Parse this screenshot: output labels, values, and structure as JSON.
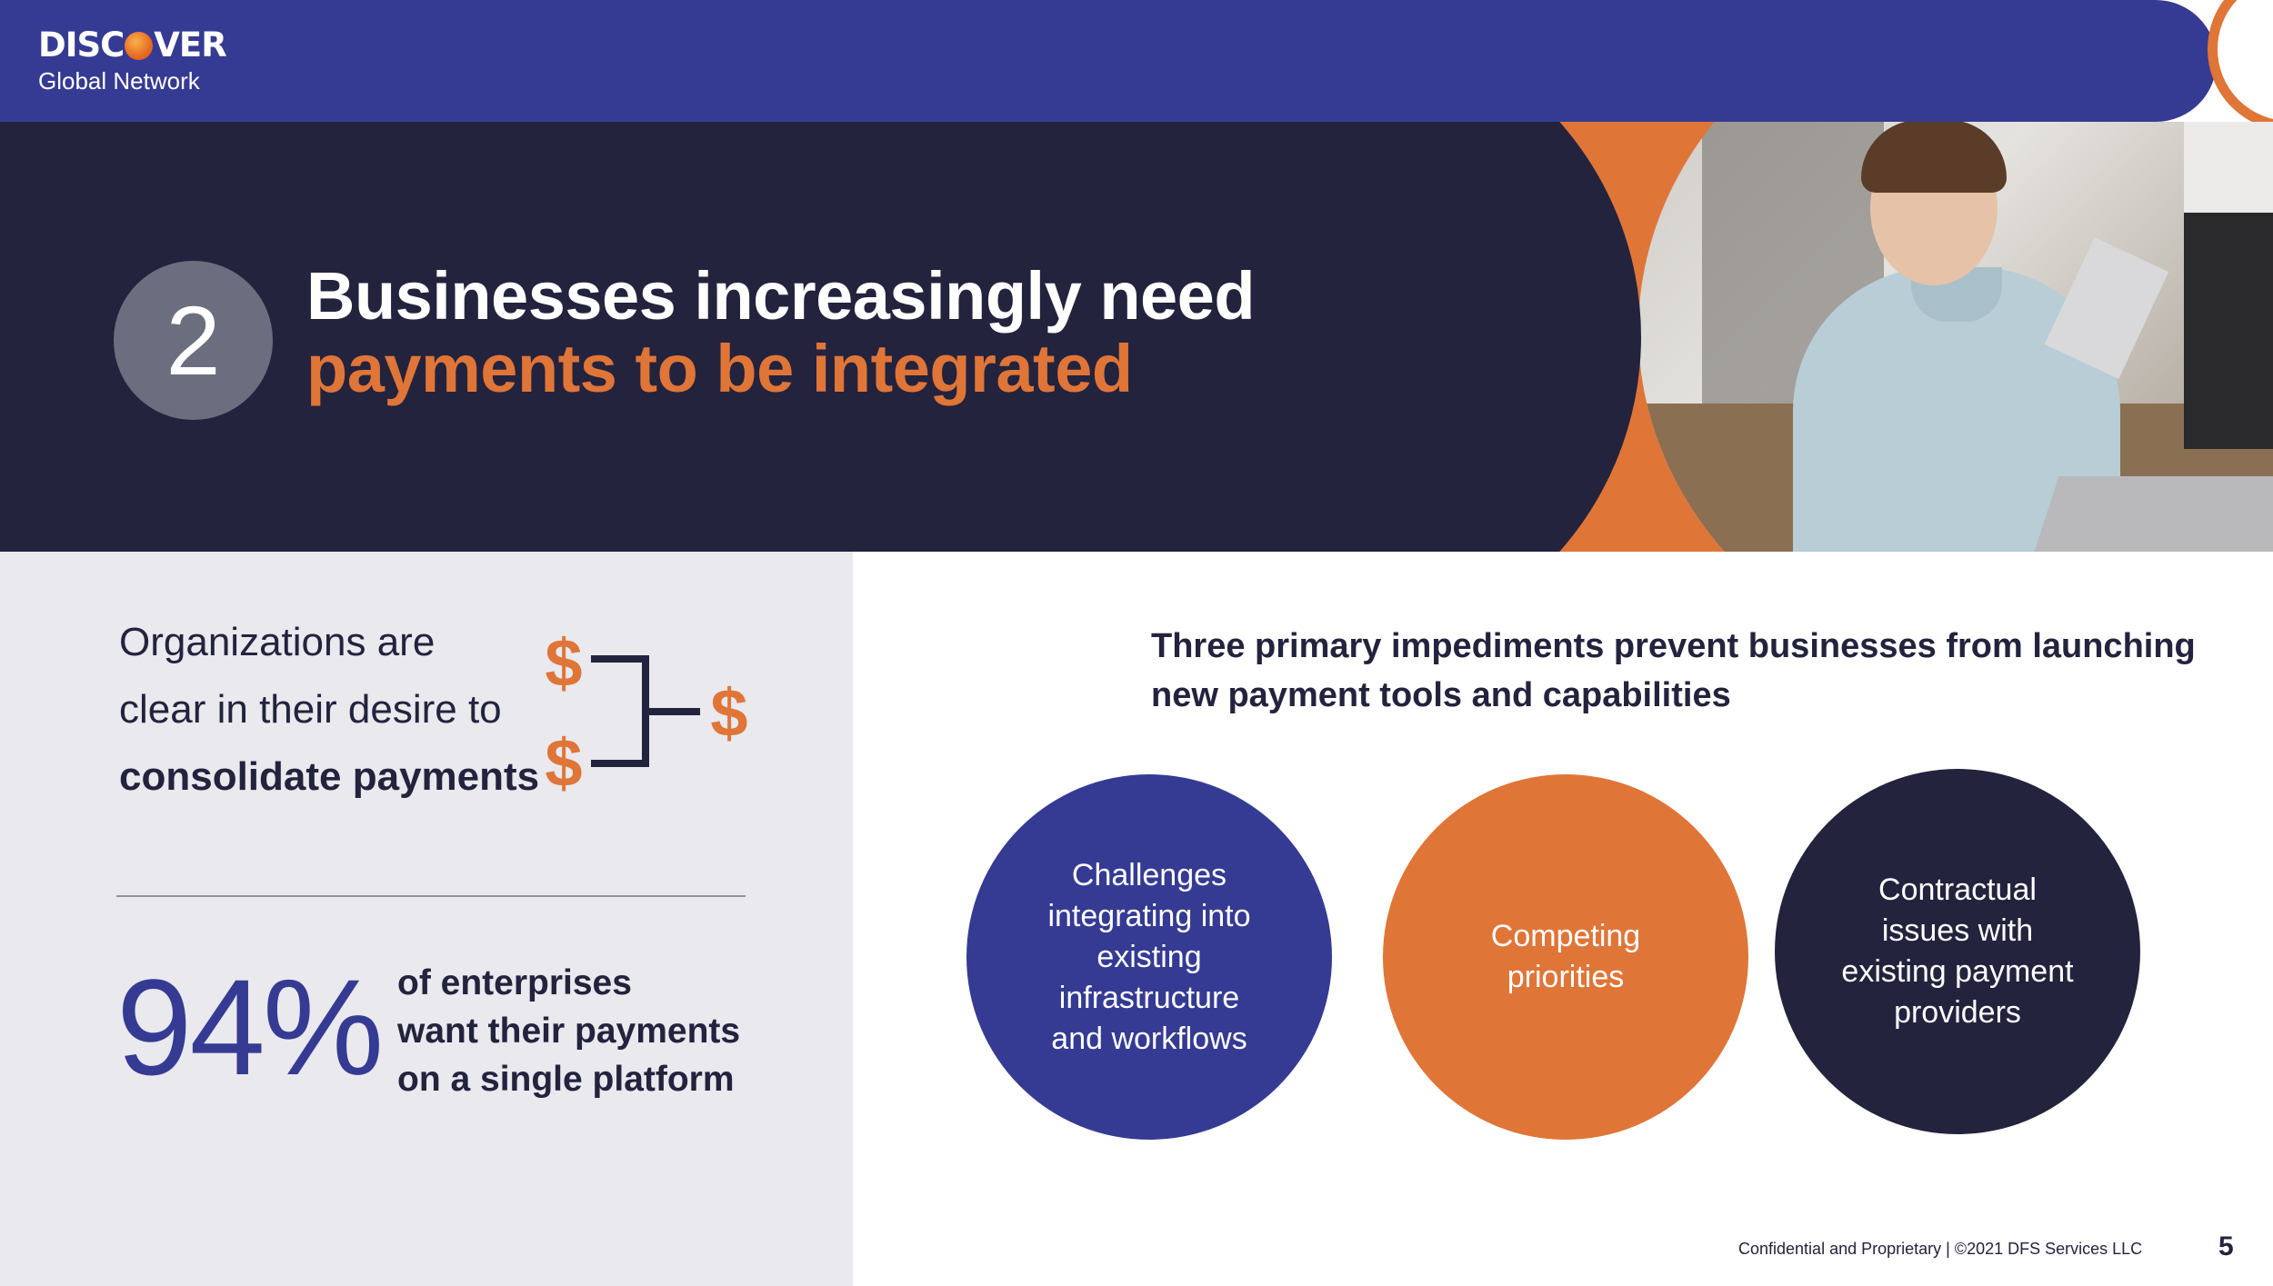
{
  "brand": {
    "logo_left": "DISC",
    "logo_right": "VER",
    "subtitle": "Global Network"
  },
  "hero": {
    "number": "2",
    "title_line1": "Businesses increasingly need",
    "title_line2": "payments to be integrated"
  },
  "consolidate": {
    "line1": "Organizations are",
    "line2": "clear in their desire to",
    "line3": "consolidate payments",
    "dollar_symbol": "$"
  },
  "stat": {
    "value": "94%",
    "desc_line1": "of enterprises",
    "desc_line2": "want their payments",
    "desc_line3": "on a single platform"
  },
  "impediments": {
    "title_line1": "Three primary impediments prevent businesses from launching",
    "title_line2": "new payment tools and capabilities",
    "items": [
      {
        "lines": [
          "Challenges",
          "integrating into",
          "existing",
          "infrastructure",
          "and workflows"
        ],
        "color": "#353b93"
      },
      {
        "lines": [
          "Competing",
          "priorities"
        ],
        "color": "#e07538"
      },
      {
        "lines": [
          "Contractual",
          "issues with",
          "existing payment",
          "providers"
        ],
        "color": "#23233e"
      }
    ]
  },
  "footer": {
    "note": "Confidential and Proprietary  |  ©2021 DFS Services LLC",
    "page": "5"
  },
  "colors": {
    "navy": "#23233e",
    "indigo": "#353b93",
    "orange": "#e07538",
    "panel_gray": "#e9e9ee"
  }
}
